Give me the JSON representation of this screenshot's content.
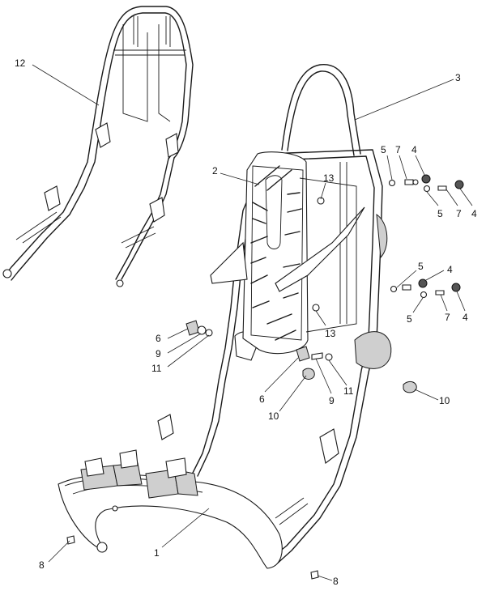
{
  "callouts": [
    {
      "key": "c12",
      "text": "12"
    },
    {
      "key": "c3",
      "text": "3"
    },
    {
      "key": "c2",
      "text": "2"
    },
    {
      "key": "c13a",
      "text": "13"
    },
    {
      "key": "c13b",
      "text": "13"
    },
    {
      "key": "c5a",
      "text": "5"
    },
    {
      "key": "c7a",
      "text": "7"
    },
    {
      "key": "c4a",
      "text": "4"
    },
    {
      "key": "c5b",
      "text": "5"
    },
    {
      "key": "c7b",
      "text": "7"
    },
    {
      "key": "c4b",
      "text": "4"
    },
    {
      "key": "c5c",
      "text": "5"
    },
    {
      "key": "c4c",
      "text": "4"
    },
    {
      "key": "c5d",
      "text": "5"
    },
    {
      "key": "c7c",
      "text": "7"
    },
    {
      "key": "c4d",
      "text": "4"
    },
    {
      "key": "c6a",
      "text": "6"
    },
    {
      "key": "c9a",
      "text": "9"
    },
    {
      "key": "c11a",
      "text": "11"
    },
    {
      "key": "c6b",
      "text": "6"
    },
    {
      "key": "c9b",
      "text": "9"
    },
    {
      "key": "c11b",
      "text": "11"
    },
    {
      "key": "c10a",
      "text": "10"
    },
    {
      "key": "c10b",
      "text": "10"
    },
    {
      "key": "c1",
      "text": "1"
    },
    {
      "key": "c8a",
      "text": "8"
    },
    {
      "key": "c8b",
      "text": "8"
    }
  ]
}
